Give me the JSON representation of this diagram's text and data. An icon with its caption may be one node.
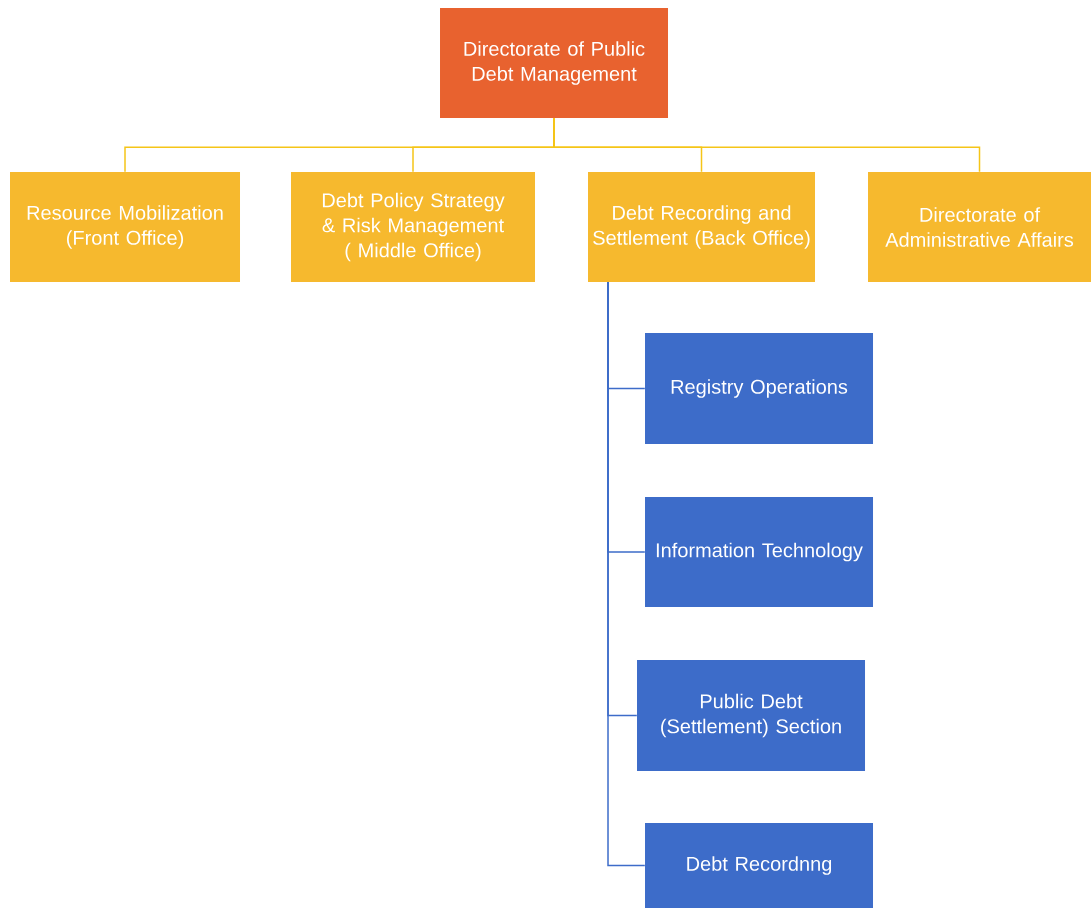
{
  "diagram": {
    "nodes": [
      {
        "text": [
          "Directorate of Public Debt Management"
        ]
      },
      {
        "text": [
          "Resource Mobilization (Front Office)"
        ]
      },
      {
        "text": [
          "Debt Policy Strategy & Risk Management ( Middle Office)"
        ]
      },
      {
        "text": [
          "Debt Recording and Settlement (Back Office)"
        ]
      },
      {
        "text": [
          "Directorate of Administrative Affairs"
        ]
      },
      {
        "text": [
          "Registry Operations"
        ]
      },
      {
        "text": [
          "Information Technology"
        ]
      },
      {
        "text": [
          "Public Debt (Settlement) Section"
        ]
      },
      {
        "text": [
          "Debt Recordnng"
        ]
      }
    ],
    "edges": [
      {
        "from": 0,
        "to": 1,
        "arrow": "none"
      },
      {
        "from": 0,
        "to": 2,
        "arrow": "none"
      },
      {
        "from": 0,
        "to": 3,
        "arrow": "none"
      },
      {
        "from": 0,
        "to": 4,
        "arrow": "none"
      },
      {
        "from": 3,
        "to": 5,
        "arrow": "none",
        "color": "#3d6cc9"
      },
      {
        "from": 3,
        "to": 6,
        "arrow": "none",
        "color": "#3d6cc9"
      },
      {
        "from": 3,
        "to": 7,
        "arrow": "none",
        "color": "#3d6cc9"
      },
      {
        "from": 3,
        "to": 8,
        "arrow": "none",
        "color": "#3d6cc9"
      }
    ]
  }
}
